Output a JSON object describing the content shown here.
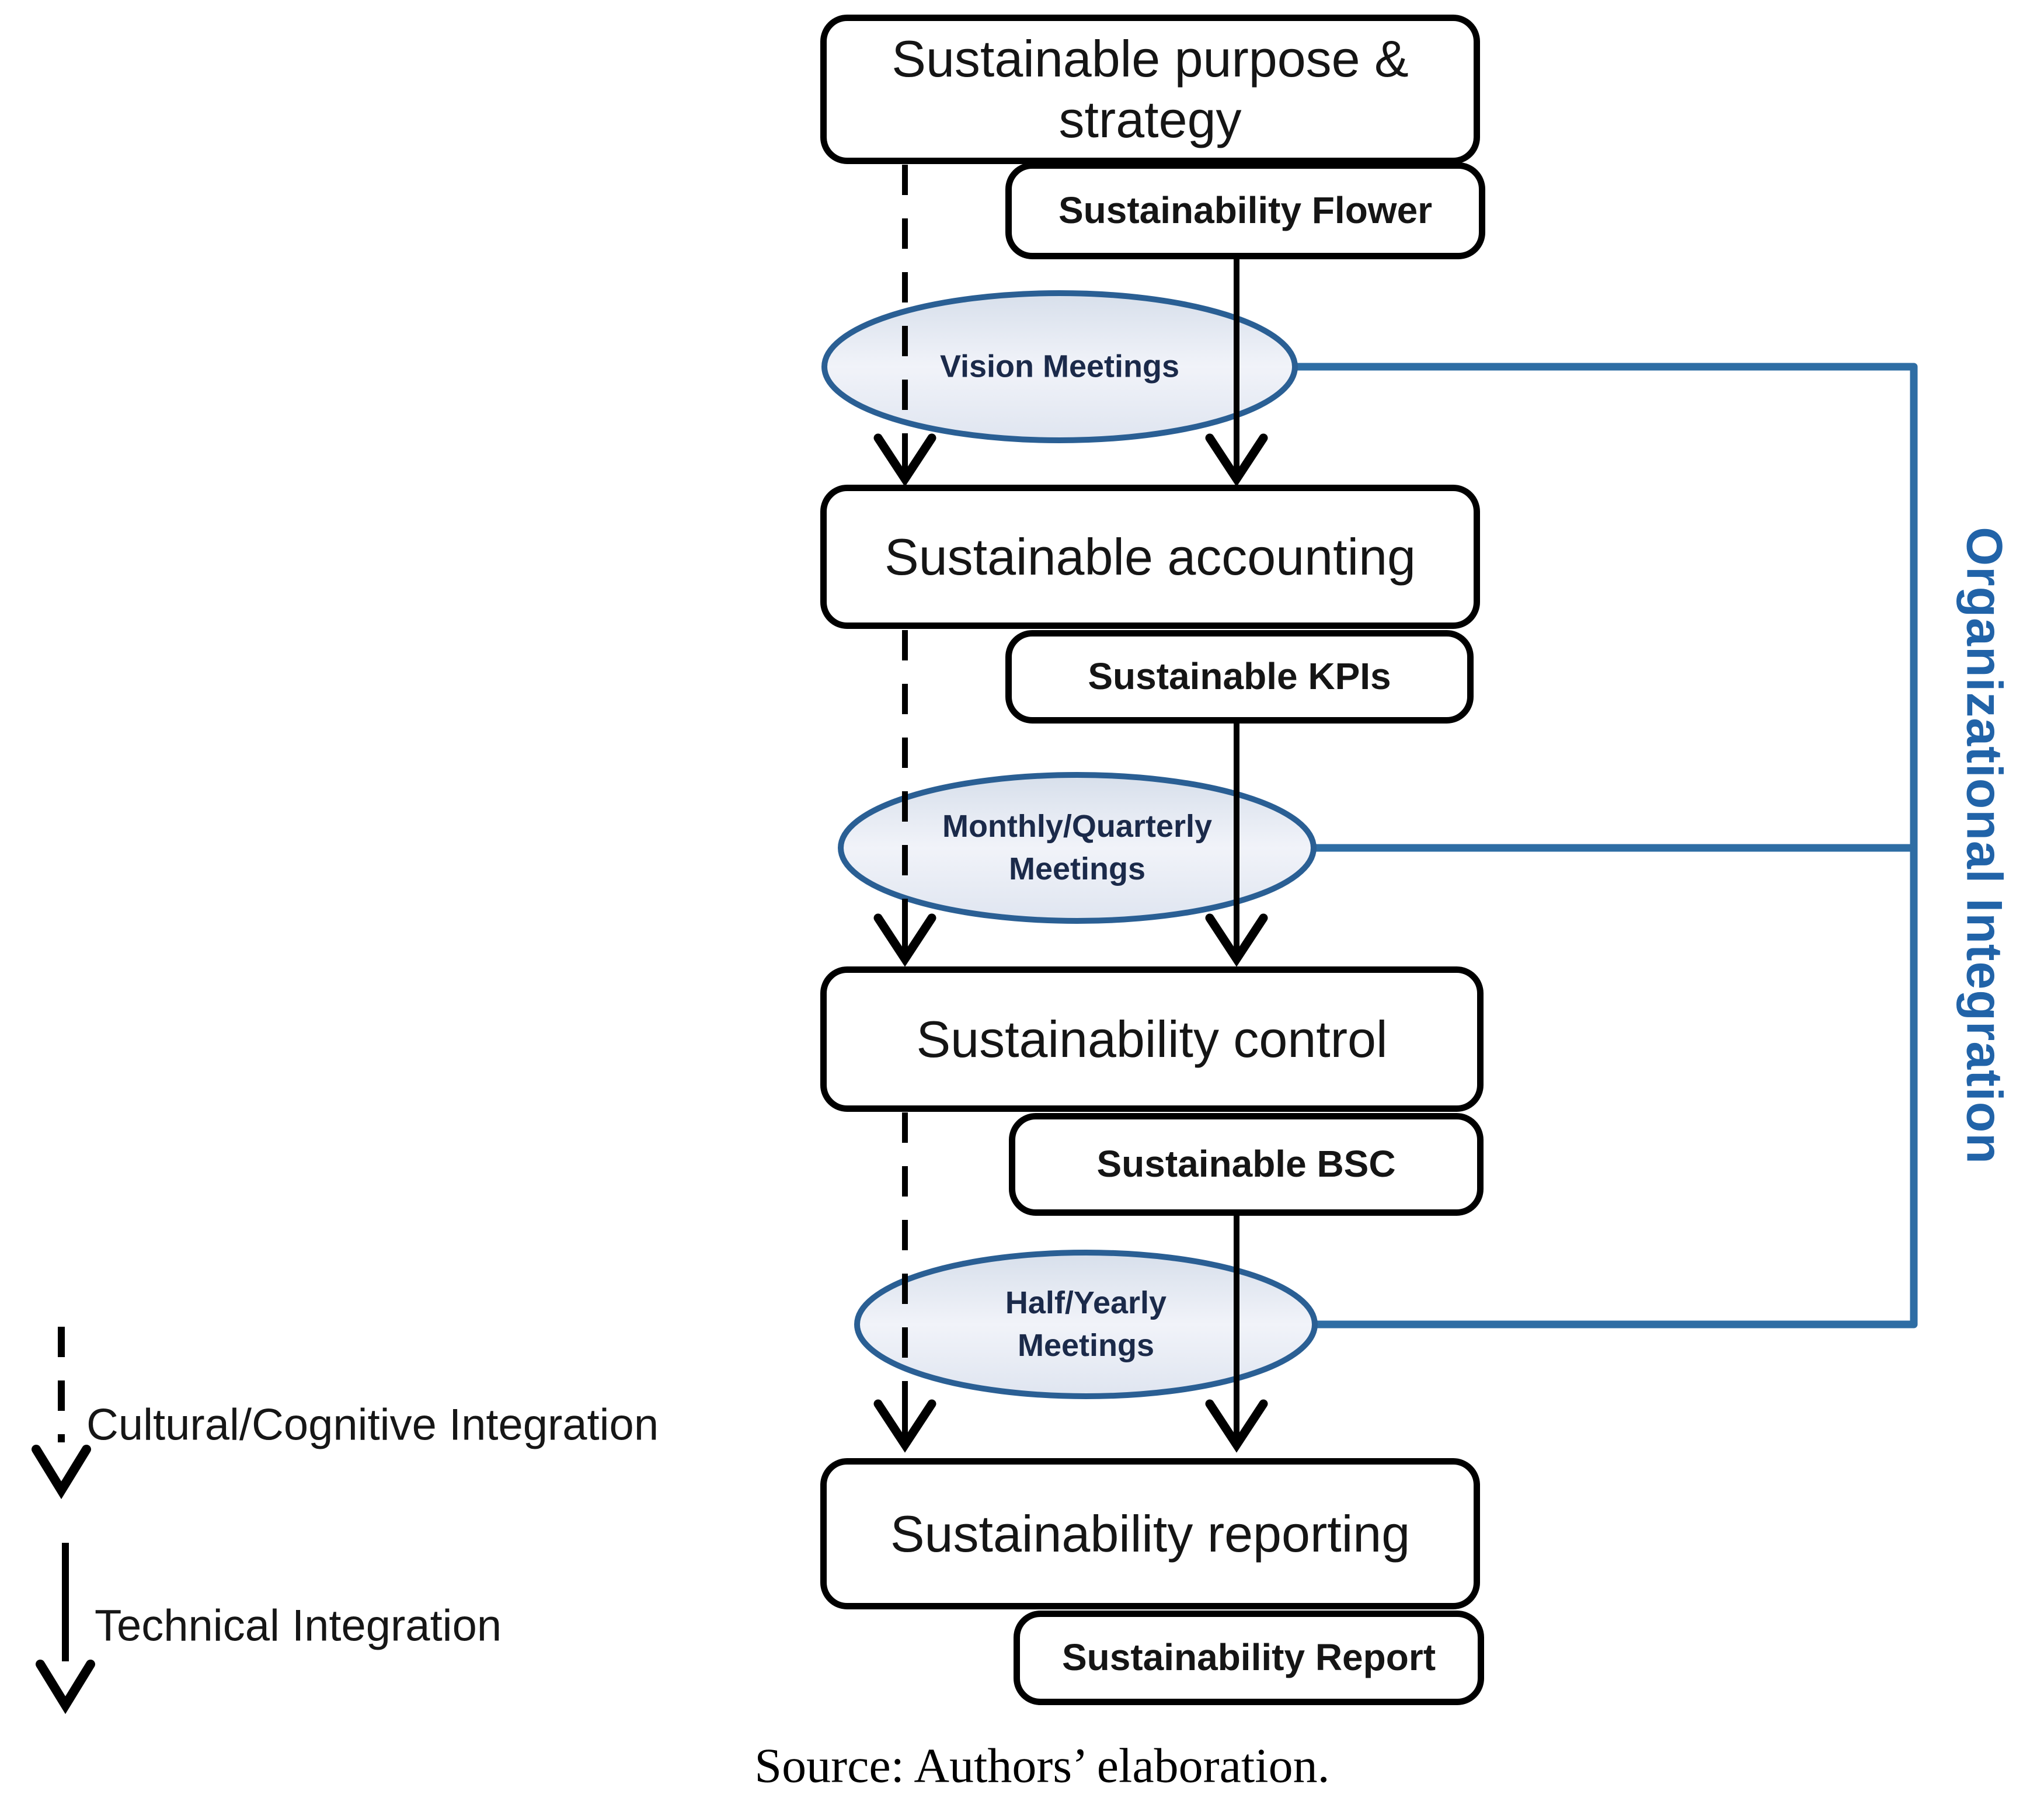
{
  "figure": {
    "nodes": {
      "purpose": {
        "label": "Sustainable purpose & strategy"
      },
      "flower": {
        "label": "Sustainability Flower"
      },
      "accounting": {
        "label": "Sustainable accounting"
      },
      "kpis": {
        "label": "Sustainable KPIs"
      },
      "control": {
        "label": "Sustainability control"
      },
      "bsc": {
        "label": "Sustainable BSC"
      },
      "reporting": {
        "label": "Sustainability reporting"
      },
      "report": {
        "label": "Sustainability Report"
      }
    },
    "meetings": {
      "vision": {
        "label": "Vision Meetings"
      },
      "monthly": {
        "line1": "Monthly/Quarterly",
        "line2": "Meetings"
      },
      "half": {
        "line1": "Half/Yearly",
        "line2": "Meetings"
      }
    },
    "side_label": "Organizational Integration",
    "legend": {
      "cultural": "Cultural/Cognitive Integration",
      "technical": "Technical Integration"
    },
    "source": "Source: Authors’ elaboration.",
    "colors": {
      "blue_line": "#2e6da4",
      "ellipse_border": "#2a5f94",
      "ellipse_fill_top": "#d7dfeb",
      "ellipse_fill_mid": "#f1f3f9",
      "ellipse_fill_bottom": "#dfe5f0",
      "ellipse_text": "#1b2a4a",
      "side_label_text": "#2163a8"
    }
  }
}
